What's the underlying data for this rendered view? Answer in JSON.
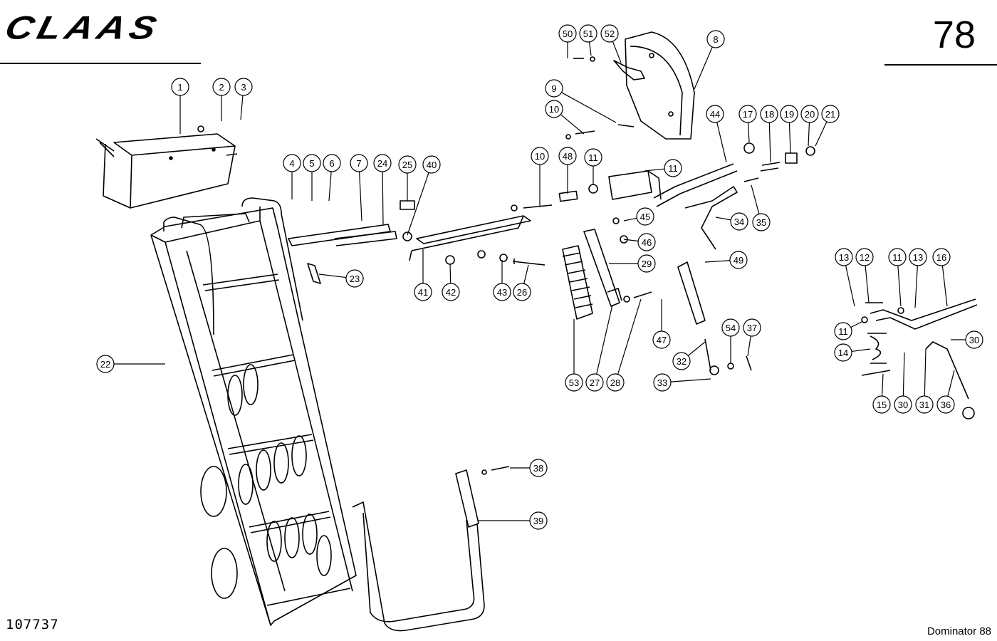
{
  "header": {
    "brand_logo": "CLAAS",
    "page_number": "78"
  },
  "footer": {
    "drawing_number": "107737",
    "model": "Dominator 88"
  },
  "diagram": {
    "parts": [
      {
        "id": "p1",
        "label": "1"
      },
      {
        "id": "p2",
        "label": "2"
      },
      {
        "id": "p3",
        "label": "3"
      },
      {
        "id": "p4",
        "label": "4"
      },
      {
        "id": "p5",
        "label": "5"
      },
      {
        "id": "p6",
        "label": "6"
      },
      {
        "id": "p7",
        "label": "7"
      },
      {
        "id": "p24a",
        "label": "24"
      },
      {
        "id": "p25",
        "label": "25"
      },
      {
        "id": "p40",
        "label": "40"
      },
      {
        "id": "p23",
        "label": "23"
      },
      {
        "id": "p22",
        "label": "22"
      },
      {
        "id": "p41",
        "label": "41"
      },
      {
        "id": "p42",
        "label": "42"
      },
      {
        "id": "p43",
        "label": "43"
      },
      {
        "id": "p26",
        "label": "26"
      },
      {
        "id": "p10a",
        "label": "10"
      },
      {
        "id": "p48",
        "label": "48"
      },
      {
        "id": "p11a",
        "label": "11"
      },
      {
        "id": "p11b",
        "label": "11"
      },
      {
        "id": "p45",
        "label": "45"
      },
      {
        "id": "p46",
        "label": "46"
      },
      {
        "id": "p29",
        "label": "29"
      },
      {
        "id": "p53",
        "label": "53"
      },
      {
        "id": "p27",
        "label": "27"
      },
      {
        "id": "p28",
        "label": "28"
      },
      {
        "id": "p50",
        "label": "50"
      },
      {
        "id": "p51",
        "label": "51"
      },
      {
        "id": "p52",
        "label": "52"
      },
      {
        "id": "p8",
        "label": "8"
      },
      {
        "id": "p9",
        "label": "9"
      },
      {
        "id": "p10b",
        "label": "10"
      },
      {
        "id": "p44",
        "label": "44"
      },
      {
        "id": "p17",
        "label": "17"
      },
      {
        "id": "p18",
        "label": "18"
      },
      {
        "id": "p19",
        "label": "19"
      },
      {
        "id": "p20",
        "label": "20"
      },
      {
        "id": "p21",
        "label": "21"
      },
      {
        "id": "p34",
        "label": "34"
      },
      {
        "id": "p35",
        "label": "35"
      },
      {
        "id": "p49",
        "label": "49"
      },
      {
        "id": "p47",
        "label": "47"
      },
      {
        "id": "p32",
        "label": "32"
      },
      {
        "id": "p33",
        "label": "33"
      },
      {
        "id": "p54",
        "label": "54"
      },
      {
        "id": "p37",
        "label": "37"
      },
      {
        "id": "p38",
        "label": "38"
      },
      {
        "id": "p39",
        "label": "39"
      },
      {
        "id": "p13a",
        "label": "13"
      },
      {
        "id": "p12",
        "label": "12"
      },
      {
        "id": "p11c",
        "label": "11"
      },
      {
        "id": "p13b",
        "label": "13"
      },
      {
        "id": "p16",
        "label": "16"
      },
      {
        "id": "p11d",
        "label": "11"
      },
      {
        "id": "p14",
        "label": "14"
      },
      {
        "id": "p30a",
        "label": "30"
      },
      {
        "id": "p15",
        "label": "15"
      },
      {
        "id": "p30b",
        "label": "30"
      },
      {
        "id": "p31",
        "label": "31"
      },
      {
        "id": "p36",
        "label": "36"
      }
    ]
  }
}
